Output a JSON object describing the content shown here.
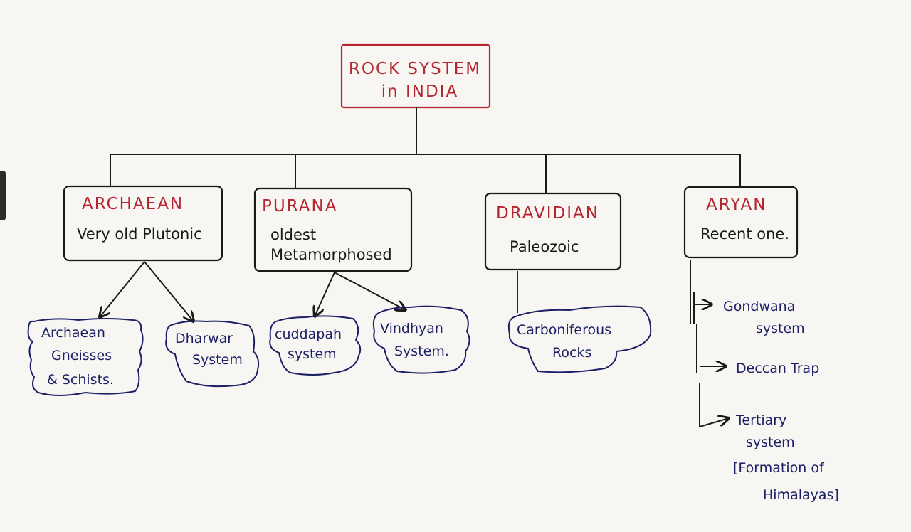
{
  "root": {
    "line1": "ROCK SYSTEM",
    "line2": "in INDIA"
  },
  "branches": [
    {
      "title": "ARCHAEAN",
      "desc": [
        "Very old Plutonic"
      ]
    },
    {
      "title": "PURANA",
      "desc": [
        "oldest",
        "Metamorphosed"
      ]
    },
    {
      "title": "DRAVIDIAN",
      "desc": [
        "Paleozoic"
      ]
    },
    {
      "title": "ARYAN",
      "desc": [
        "Recent one."
      ]
    }
  ],
  "subs": {
    "archaean_gneisses": [
      "Archaean",
      "Gneisses",
      "& Schists."
    ],
    "dharwar": [
      "Dharwar",
      "System"
    ],
    "cuddapah": [
      "cuddapah",
      "system"
    ],
    "vindhyan": [
      "Vindhyan",
      "System."
    ],
    "carboniferous": [
      "Carboniferous",
      "Rocks"
    ]
  },
  "aryan_children": {
    "gondwana": [
      "Gondwana",
      "system"
    ],
    "deccan": [
      "Deccan Trap"
    ],
    "tertiary": [
      "Tertiary",
      "system",
      "[Formation of",
      "Himalayas]"
    ]
  },
  "colors": {
    "heading": "#b5252f",
    "ink": "#1c1f66",
    "lines": "#1a1a1a"
  }
}
